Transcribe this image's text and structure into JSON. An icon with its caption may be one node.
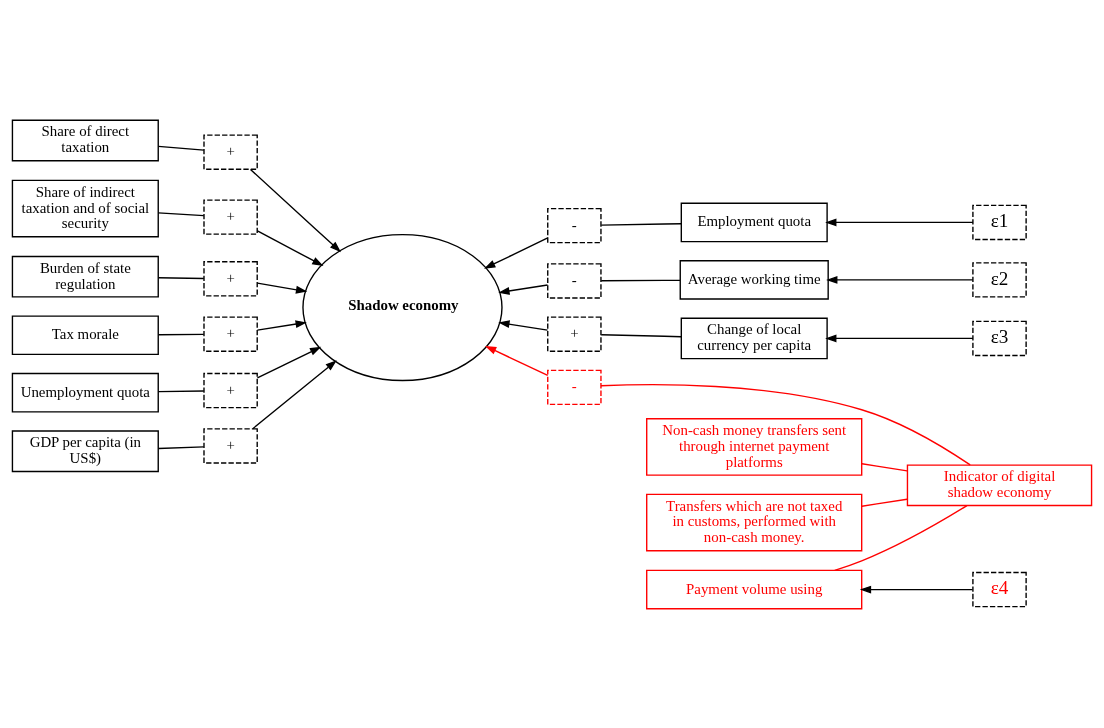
{
  "diagram": {
    "nodes": [
      {
        "text": [
          "Share of direct taxation"
        ]
      },
      {
        "text": [
          "+"
        ]
      },
      {
        "text": [
          "Share of indirect taxation and of social security"
        ]
      },
      {
        "text": [
          "+"
        ]
      },
      {
        "text": [
          "Burden of state regulation"
        ]
      },
      {
        "text": [
          "+"
        ]
      },
      {
        "text": [
          "Tax morale"
        ]
      },
      {
        "text": [
          "+"
        ]
      },
      {
        "text": [
          "Unemployment quota"
        ]
      },
      {
        "text": [
          "+"
        ]
      },
      {
        "text": [
          "GDP per capita (in US$)"
        ]
      },
      {
        "text": [
          "+"
        ]
      },
      {
        "text": [
          "Shadow economy"
        ]
      },
      {
        "text": [
          "-"
        ]
      },
      {
        "text": [
          "Employment quota"
        ]
      },
      {
        "text": [
          "ε1"
        ]
      },
      {
        "text": [
          "-"
        ]
      },
      {
        "text": [
          "Average working time"
        ]
      },
      {
        "text": [
          "ε2"
        ]
      },
      {
        "text": [
          "+"
        ]
      },
      {
        "text": [
          "Change of local currency per capita"
        ]
      },
      {
        "text": [
          "ε3"
        ]
      },
      {
        "text": [
          "Non-cash money transfers sent through internet payment platforms"
        ]
      },
      {
        "text": [
          "-"
        ]
      },
      {
        "text": [
          "Payment volume using"
        ]
      },
      {
        "text": [
          "ε4"
        ]
      },
      {
        "text": [
          "Indicator of digital shadow economy"
        ]
      },
      {
        "text": [
          "Transfers which are not taxed in customs, performed with non-cash money."
        ]
      }
    ],
    "edges": [
      {
        "from": 0,
        "to": 1,
        "arrow": "none"
      },
      {
        "from": 1,
        "to": 12,
        "arrow": "to"
      },
      {
        "from": 2,
        "to": 3,
        "arrow": "none"
      },
      {
        "from": 3,
        "to": 12,
        "arrow": "to"
      },
      {
        "from": 4,
        "to": 5,
        "arrow": "none"
      },
      {
        "from": 5,
        "to": 12,
        "arrow": "to"
      },
      {
        "from": 6,
        "to": 7,
        "arrow": "none"
      },
      {
        "from": 7,
        "to": 12,
        "arrow": "to"
      },
      {
        "from": 8,
        "to": 9,
        "arrow": "none"
      },
      {
        "from": 9,
        "to": 12,
        "arrow": "to"
      },
      {
        "from": 10,
        "to": 11,
        "arrow": "none"
      },
      {
        "from": 11,
        "to": 12,
        "arrow": "to"
      },
      {
        "from": 14,
        "to": 13,
        "arrow": "none"
      },
      {
        "from": 13,
        "to": 12,
        "arrow": "to"
      },
      {
        "from": 15,
        "to": 14,
        "arrow": "to"
      },
      {
        "from": 17,
        "to": 16,
        "arrow": "none"
      },
      {
        "from": 16,
        "to": 12,
        "arrow": "to"
      },
      {
        "from": 18,
        "to": 17,
        "arrow": "to"
      },
      {
        "from": 20,
        "to": 19,
        "arrow": "none"
      },
      {
        "from": 19,
        "to": 12,
        "arrow": "to"
      },
      {
        "from": 21,
        "to": 20,
        "arrow": "to"
      },
      {
        "from": 26,
        "to": 23,
        "arrow": "none",
        "color": "#ff0000"
      },
      {
        "from": 23,
        "to": 12,
        "arrow": "to",
        "color": "#ff0000"
      },
      {
        "from": 26,
        "to": 22,
        "arrow": "none",
        "color": "#ff0000"
      },
      {
        "from": 26,
        "to": 24,
        "arrow": "none",
        "color": "#ff0000"
      },
      {
        "from": 26,
        "to": 27,
        "arrow": "none",
        "color": "#ff0000"
      },
      {
        "from": 25,
        "to": 24,
        "arrow": "to"
      }
    ]
  }
}
